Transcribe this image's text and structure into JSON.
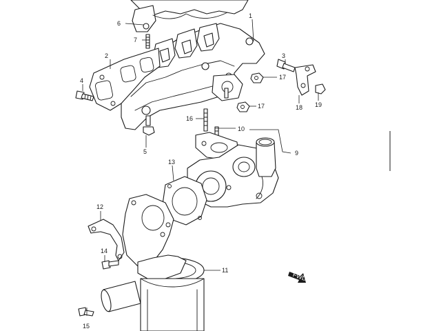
{
  "callouts": [
    {
      "id": "1",
      "label": "1"
    },
    {
      "id": "2",
      "label": "2"
    },
    {
      "id": "3",
      "label": "3"
    },
    {
      "id": "4",
      "label": "4"
    },
    {
      "id": "5",
      "label": "5"
    },
    {
      "id": "6",
      "label": "6"
    },
    {
      "id": "7",
      "label": "7"
    },
    {
      "id": "9",
      "label": "9"
    },
    {
      "id": "10",
      "label": "10"
    },
    {
      "id": "11",
      "label": "11"
    },
    {
      "id": "12",
      "label": "12"
    },
    {
      "id": "13",
      "label": "13"
    },
    {
      "id": "14",
      "label": "14"
    },
    {
      "id": "15",
      "label": "15"
    },
    {
      "id": "16",
      "label": "16"
    },
    {
      "id": "17a",
      "label": "17"
    },
    {
      "id": "17b",
      "label": "17"
    },
    {
      "id": "18",
      "label": "18"
    },
    {
      "id": "19",
      "label": "19"
    }
  ],
  "direction_marker": {
    "label": "FWD",
    "icon": "forward-arrow-icon"
  },
  "colors": {
    "line": "#1a1a1a",
    "background": "#ffffff"
  }
}
